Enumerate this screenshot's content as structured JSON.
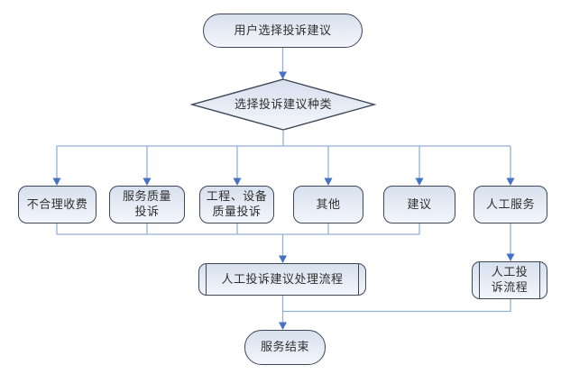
{
  "colors": {
    "background": "#ffffff",
    "node_fill_top": "#d7e0ee",
    "node_fill_bottom": "#f3f6fb",
    "node_border": "#3e4757",
    "connector_line": "#93b1d7",
    "arrowhead": "#4472c4",
    "text": "#2f2f2f"
  },
  "flowchart": {
    "start": "用户选择投诉建议",
    "decision": "选择投诉建议种类",
    "branches": [
      "不合理收费",
      "服务质量\n投诉",
      "工程、设备\n质量投诉",
      "其他",
      "建议",
      "人工服务"
    ],
    "process_main": "人工投诉建议处理流程",
    "process_manual": "人工投\n诉流程",
    "end": "服务结束"
  }
}
